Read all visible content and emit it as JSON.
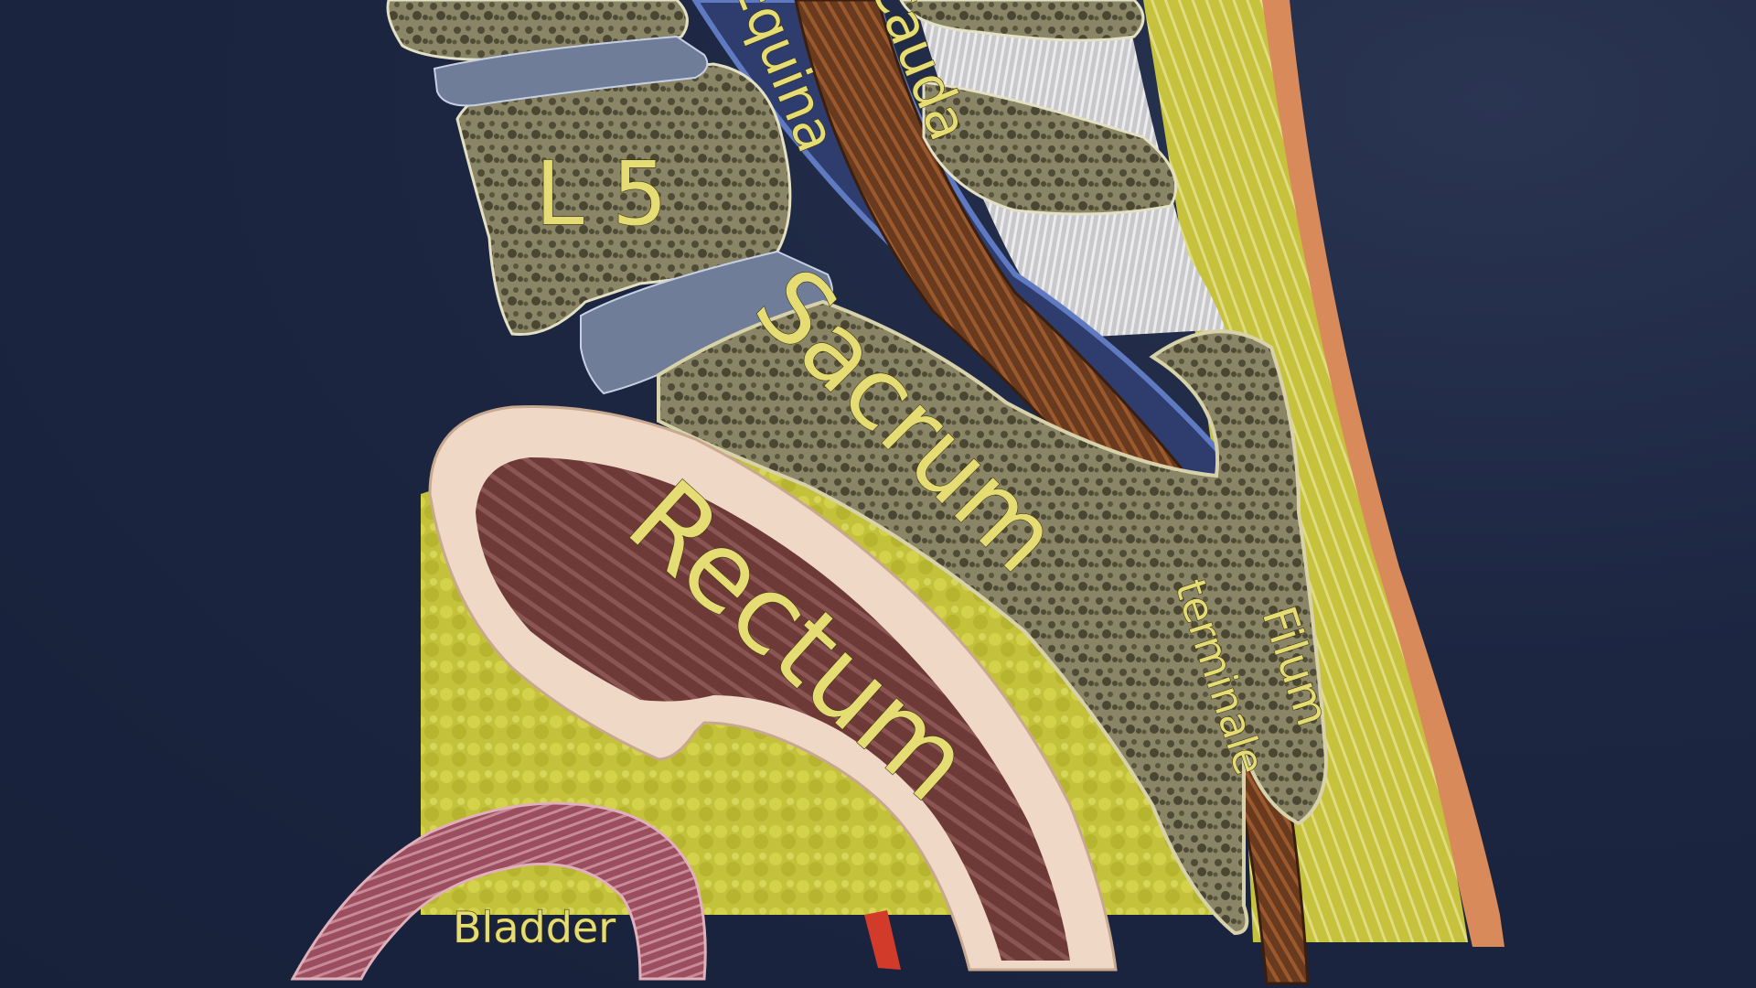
{
  "labels": {
    "l5": "L 5",
    "cauda": "Cauda",
    "equina": "Equina",
    "sacrum": "Sacrum",
    "rectum": "Rectum",
    "terminale": "terminale",
    "filum": "Filum",
    "bladder": "Bladder"
  },
  "colors": {
    "background": "#1b2540",
    "label_text": "#e6dc74",
    "bone": "#8a8566",
    "bone_dark": "#4f4b36",
    "disc": "#6f7d99",
    "fat": "#c8c43a",
    "skin": "#d98a5a",
    "rectum_wall": "#efd9c6",
    "rectum_inner": "#6e3a38",
    "nerve": "#6a3a1e",
    "dura": "#4f6aa8",
    "bladder": "#a05060"
  }
}
